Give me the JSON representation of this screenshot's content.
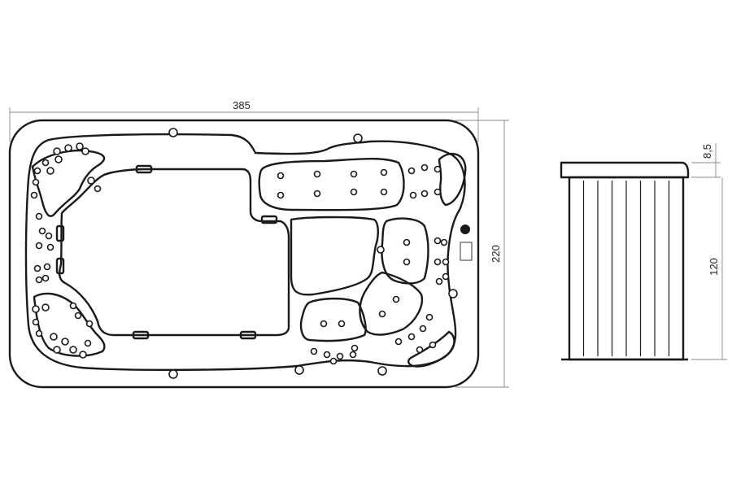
{
  "dimensions": {
    "length": "385",
    "width": "220",
    "height": "120",
    "rim": "8,5"
  },
  "colors": {
    "line": "#1a1a1a",
    "dimension_line": "#888888",
    "background": "#ffffff"
  }
}
